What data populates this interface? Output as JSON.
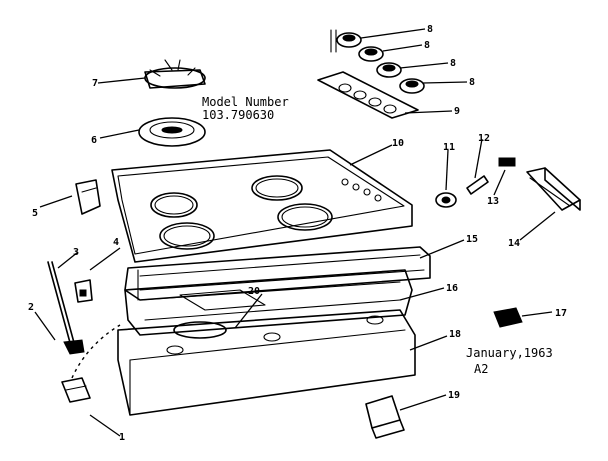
{
  "model": {
    "label": "Model Number",
    "value": "103.790630"
  },
  "footer": {
    "date": "January,1963",
    "sheet": "A2"
  },
  "callouts": [
    "1",
    "2",
    "3",
    "4",
    "5",
    "6",
    "7",
    "8",
    "8",
    "8",
    "8",
    "9",
    "10",
    "11",
    "12",
    "13",
    "14",
    "15",
    "16",
    "17",
    "18",
    "19",
    "20"
  ]
}
